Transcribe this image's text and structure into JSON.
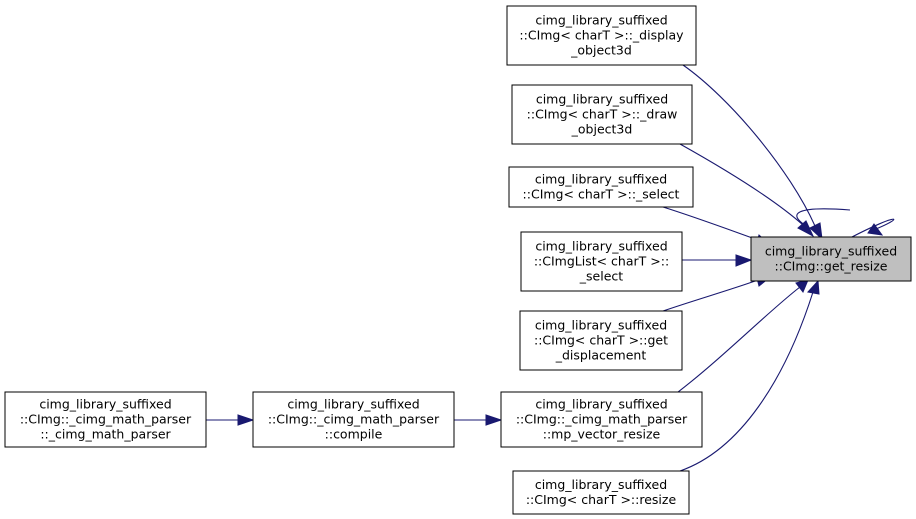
{
  "graph": {
    "colors": {
      "edge": "#191970",
      "focus_fill": "#bfbfbf",
      "node_fill": "#ffffff",
      "node_border": "#000000"
    },
    "nodes": [
      {
        "id": "n0",
        "lines": [
          "cimg_library_suffixed",
          "::CImg::get_resize"
        ]
      },
      {
        "id": "n1",
        "lines": [
          "cimg_library_suffixed",
          "::CImg< charT >::_display",
          "_object3d"
        ]
      },
      {
        "id": "n2",
        "lines": [
          "cimg_library_suffixed",
          "::CImg< charT >::_draw",
          "_object3d"
        ]
      },
      {
        "id": "n3",
        "lines": [
          "cimg_library_suffixed",
          "::CImg< charT >::_select"
        ]
      },
      {
        "id": "n4",
        "lines": [
          "cimg_library_suffixed",
          "::CImgList< charT >::",
          "_select"
        ]
      },
      {
        "id": "n5",
        "lines": [
          "cimg_library_suffixed",
          "::CImg< charT >::get",
          "_displacement"
        ]
      },
      {
        "id": "n6",
        "lines": [
          "cimg_library_suffixed",
          "::CImg::_cimg_math_parser",
          "::mp_vector_resize"
        ]
      },
      {
        "id": "n7",
        "lines": [
          "cimg_library_suffixed",
          "::CImg< charT >::resize"
        ]
      },
      {
        "id": "n8",
        "lines": [
          "cimg_library_suffixed",
          "::CImg::_cimg_math_parser",
          "::compile"
        ]
      },
      {
        "id": "n9",
        "lines": [
          "cimg_library_suffixed",
          "::CImg::_cimg_math_parser",
          "::_cimg_math_parser"
        ]
      }
    ],
    "edges": [
      {
        "from": "n0",
        "to": "n0"
      },
      {
        "from": "n1",
        "to": "n0"
      },
      {
        "from": "n2",
        "to": "n0"
      },
      {
        "from": "n3",
        "to": "n0"
      },
      {
        "from": "n4",
        "to": "n0"
      },
      {
        "from": "n5",
        "to": "n0"
      },
      {
        "from": "n6",
        "to": "n0"
      },
      {
        "from": "n7",
        "to": "n0"
      },
      {
        "from": "n8",
        "to": "n6"
      },
      {
        "from": "n9",
        "to": "n8"
      }
    ]
  }
}
